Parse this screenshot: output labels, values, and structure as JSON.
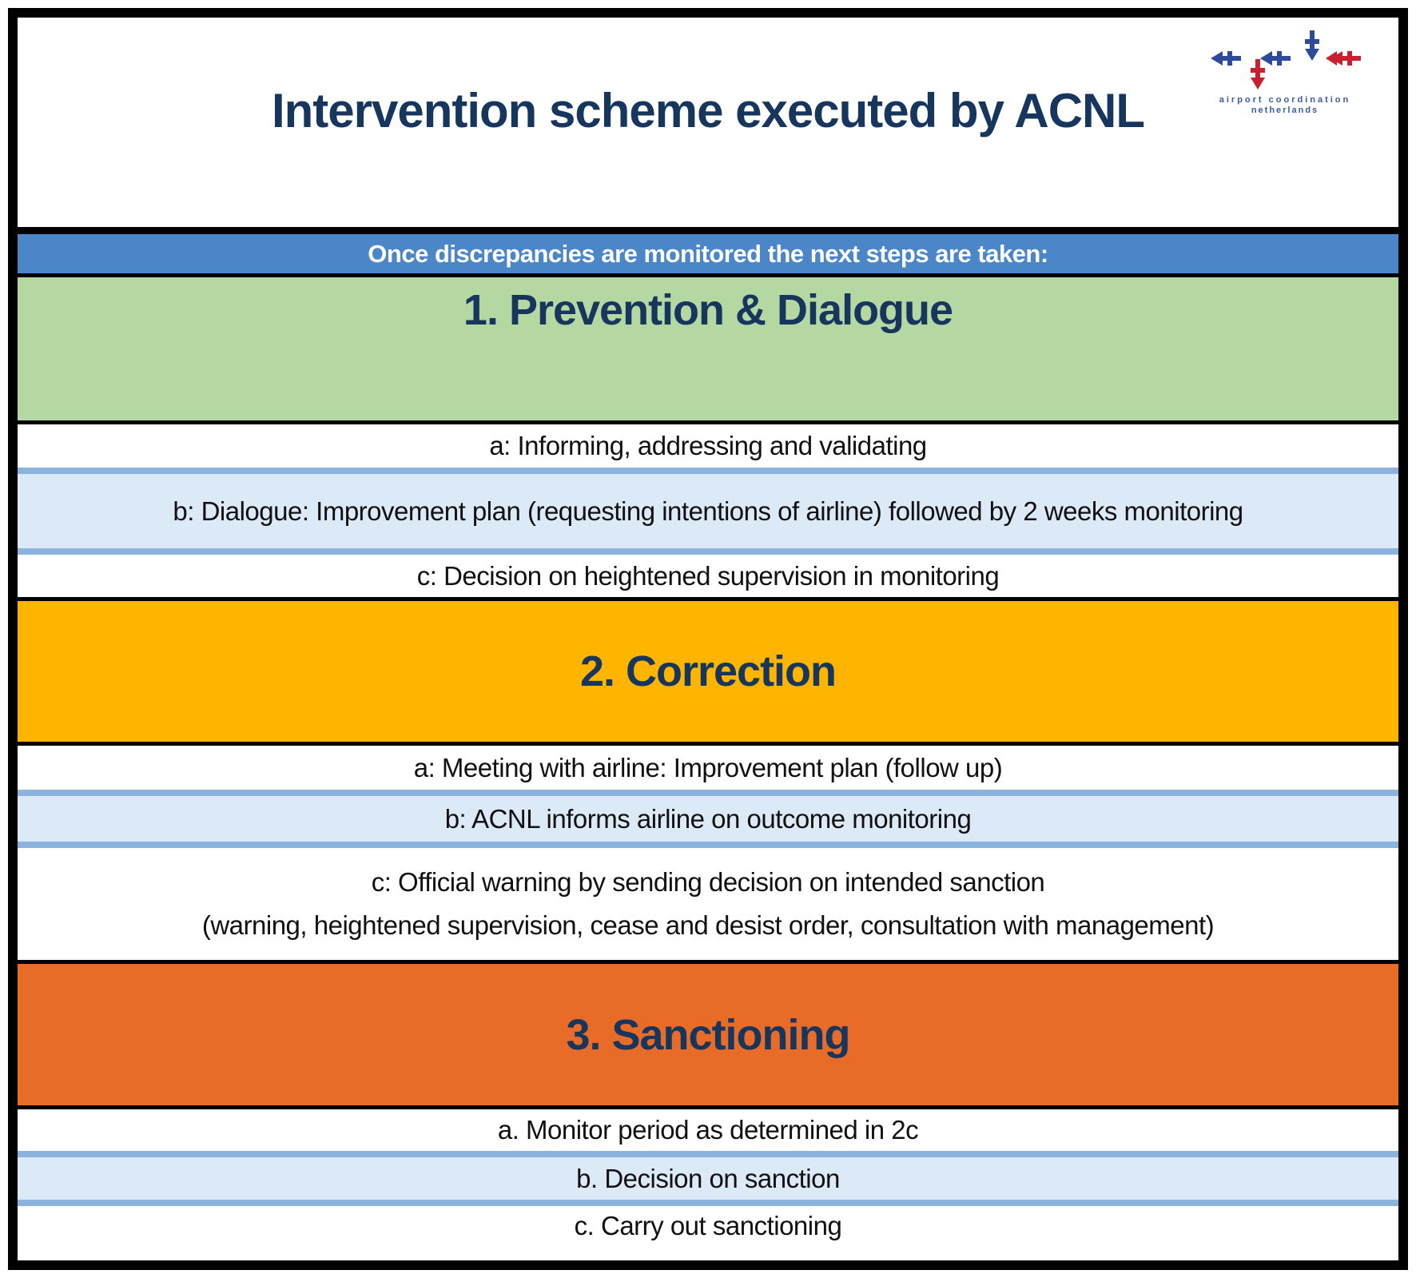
{
  "page": {
    "title": "Intervention scheme executed by ACNL",
    "intro": "Once discrepancies are monitored the next steps are taken:"
  },
  "logo": {
    "line1": "airport coordination",
    "line2": "netherlands"
  },
  "sections": [
    {
      "heading": "1. Prevention & Dialogue",
      "color": "#B5D7A2",
      "steps": [
        {
          "text": "a: Informing, addressing and validating",
          "highlight": false
        },
        {
          "text": "b: Dialogue: Improvement plan (requesting intentions of airline) followed by 2 weeks monitoring",
          "highlight": true
        },
        {
          "text": "c: Decision on heightened supervision in monitoring",
          "highlight": false
        }
      ]
    },
    {
      "heading": "2. Correction",
      "color": "#FFB400",
      "steps": [
        {
          "text": "a: Meeting with airline: Improvement plan (follow up)",
          "highlight": false
        },
        {
          "text": "b: ACNL informs airline on outcome monitoring",
          "highlight": true
        },
        {
          "text": "c: Official warning by sending decision on intended sanction",
          "text2": "(warning, heightened supervision, cease and desist order, consultation with management)",
          "highlight": false
        }
      ]
    },
    {
      "heading": "3. Sanctioning",
      "color": "#E86C28",
      "steps": [
        {
          "text": "a. Monitor period as determined in 2c",
          "highlight": false
        },
        {
          "text": "b. Decision on sanction",
          "highlight": true
        },
        {
          "text": "c. Carry out sanctioning",
          "highlight": false
        }
      ]
    }
  ],
  "colors": {
    "navy_text": "#17365D",
    "intro_bar_blue": "#4A86C8",
    "section1_green": "#B5D7A2",
    "section2_amber": "#FFB400",
    "section3_orange": "#E86C28",
    "step_highlight_blue": "#DCE9F6",
    "step_divider_blue": "#8CB3DE",
    "logo_blue": "#2E4B9B",
    "logo_red": "#C8202F"
  }
}
